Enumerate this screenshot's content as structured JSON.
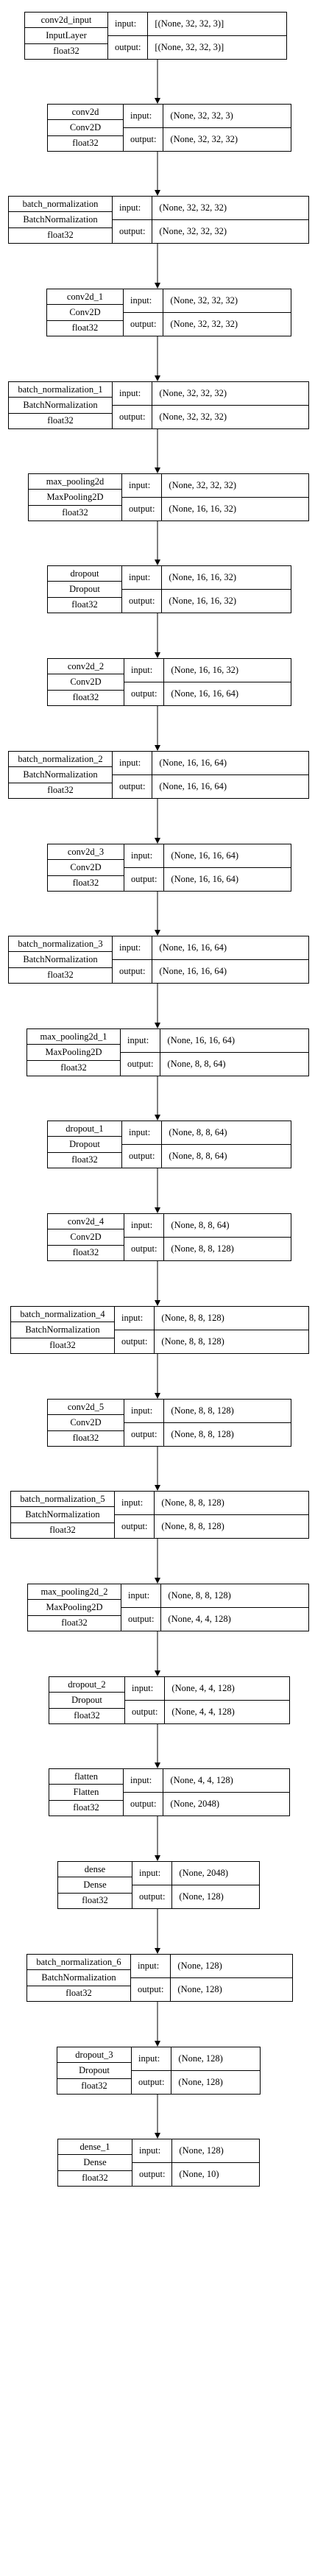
{
  "labels": {
    "input": "input:",
    "output": "output:"
  },
  "layers": [
    {
      "name": "conv2d_input",
      "type": "InputLayer",
      "dtype": "float32",
      "input": "[(None, 32, 32, 3)]",
      "output": "[(None, 32, 32, 3)]"
    },
    {
      "name": "conv2d",
      "type": "Conv2D",
      "dtype": "float32",
      "input": "(None, 32, 32, 3)",
      "output": "(None, 32, 32, 32)"
    },
    {
      "name": "batch_normalization",
      "type": "BatchNormalization",
      "dtype": "float32",
      "input": "(None, 32, 32, 32)",
      "output": "(None, 32, 32, 32)"
    },
    {
      "name": "conv2d_1",
      "type": "Conv2D",
      "dtype": "float32",
      "input": "(None, 32, 32, 32)",
      "output": "(None, 32, 32, 32)"
    },
    {
      "name": "batch_normalization_1",
      "type": "BatchNormalization",
      "dtype": "float32",
      "input": "(None, 32, 32, 32)",
      "output": "(None, 32, 32, 32)"
    },
    {
      "name": "max_pooling2d",
      "type": "MaxPooling2D",
      "dtype": "float32",
      "input": "(None, 32, 32, 32)",
      "output": "(None, 16, 16, 32)"
    },
    {
      "name": "dropout",
      "type": "Dropout",
      "dtype": "float32",
      "input": "(None, 16, 16, 32)",
      "output": "(None, 16, 16, 32)"
    },
    {
      "name": "conv2d_2",
      "type": "Conv2D",
      "dtype": "float32",
      "input": "(None, 16, 16, 32)",
      "output": "(None, 16, 16, 64)"
    },
    {
      "name": "batch_normalization_2",
      "type": "BatchNormalization",
      "dtype": "float32",
      "input": "(None, 16, 16, 64)",
      "output": "(None, 16, 16, 64)"
    },
    {
      "name": "conv2d_3",
      "type": "Conv2D",
      "dtype": "float32",
      "input": "(None, 16, 16, 64)",
      "output": "(None, 16, 16, 64)"
    },
    {
      "name": "batch_normalization_3",
      "type": "BatchNormalization",
      "dtype": "float32",
      "input": "(None, 16, 16, 64)",
      "output": "(None, 16, 16, 64)"
    },
    {
      "name": "max_pooling2d_1",
      "type": "MaxPooling2D",
      "dtype": "float32",
      "input": "(None, 16, 16, 64)",
      "output": "(None, 8, 8, 64)"
    },
    {
      "name": "dropout_1",
      "type": "Dropout",
      "dtype": "float32",
      "input": "(None, 8, 8, 64)",
      "output": "(None, 8, 8, 64)"
    },
    {
      "name": "conv2d_4",
      "type": "Conv2D",
      "dtype": "float32",
      "input": "(None, 8, 8, 64)",
      "output": "(None, 8, 8, 128)"
    },
    {
      "name": "batch_normalization_4",
      "type": "BatchNormalization",
      "dtype": "float32",
      "input": "(None, 8, 8, 128)",
      "output": "(None, 8, 8, 128)"
    },
    {
      "name": "conv2d_5",
      "type": "Conv2D",
      "dtype": "float32",
      "input": "(None, 8, 8, 128)",
      "output": "(None, 8, 8, 128)"
    },
    {
      "name": "batch_normalization_5",
      "type": "BatchNormalization",
      "dtype": "float32",
      "input": "(None, 8, 8, 128)",
      "output": "(None, 8, 8, 128)"
    },
    {
      "name": "max_pooling2d_2",
      "type": "MaxPooling2D",
      "dtype": "float32",
      "input": "(None, 8, 8, 128)",
      "output": "(None, 4, 4, 128)"
    },
    {
      "name": "dropout_2",
      "type": "Dropout",
      "dtype": "float32",
      "input": "(None, 4, 4, 128)",
      "output": "(None, 4, 4, 128)"
    },
    {
      "name": "flatten",
      "type": "Flatten",
      "dtype": "float32",
      "input": "(None, 4, 4, 128)",
      "output": "(None, 2048)"
    },
    {
      "name": "dense",
      "type": "Dense",
      "dtype": "float32",
      "input": "(None, 2048)",
      "output": "(None, 128)"
    },
    {
      "name": "batch_normalization_6",
      "type": "BatchNormalization",
      "dtype": "float32",
      "input": "(None, 128)",
      "output": "(None, 128)"
    },
    {
      "name": "dropout_3",
      "type": "Dropout",
      "dtype": "float32",
      "input": "(None, 128)",
      "output": "(None, 128)"
    },
    {
      "name": "dense_1",
      "type": "Dense",
      "dtype": "float32",
      "input": "(None, 128)",
      "output": "(None, 10)"
    }
  ]
}
